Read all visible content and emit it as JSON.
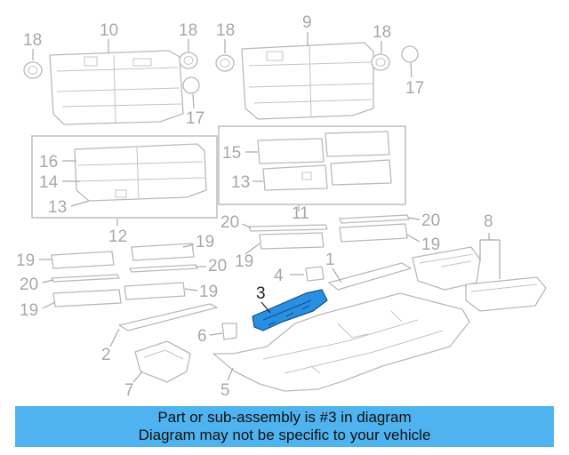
{
  "callouts": {
    "c1": "1",
    "c2": "2",
    "c3": "3",
    "c4": "4",
    "c5": "5",
    "c6": "6",
    "c7": "7",
    "c8": "8",
    "c9": "9",
    "c10": "10",
    "c11": "11",
    "c12": "12",
    "c13a": "13",
    "c13b": "13",
    "c14": "14",
    "c15": "15",
    "c16": "16",
    "c17a": "17",
    "c17b": "17",
    "c18a": "18",
    "c18b": "18",
    "c18c": "18",
    "c18d": "18",
    "c19a": "19",
    "c19b": "19",
    "c19c": "19",
    "c19d": "19",
    "c19e": "19",
    "c19f": "19",
    "c20a": "20",
    "c20b": "20",
    "c20c": "20",
    "c20d": "20"
  },
  "highlight": {
    "part_number": "3",
    "color": "#2b8fe0"
  },
  "banner": {
    "line1": "Part or sub-assembly is #3 in diagram",
    "line2": "Diagram may not be specific to your vehicle",
    "background": "#4fb3ef"
  }
}
